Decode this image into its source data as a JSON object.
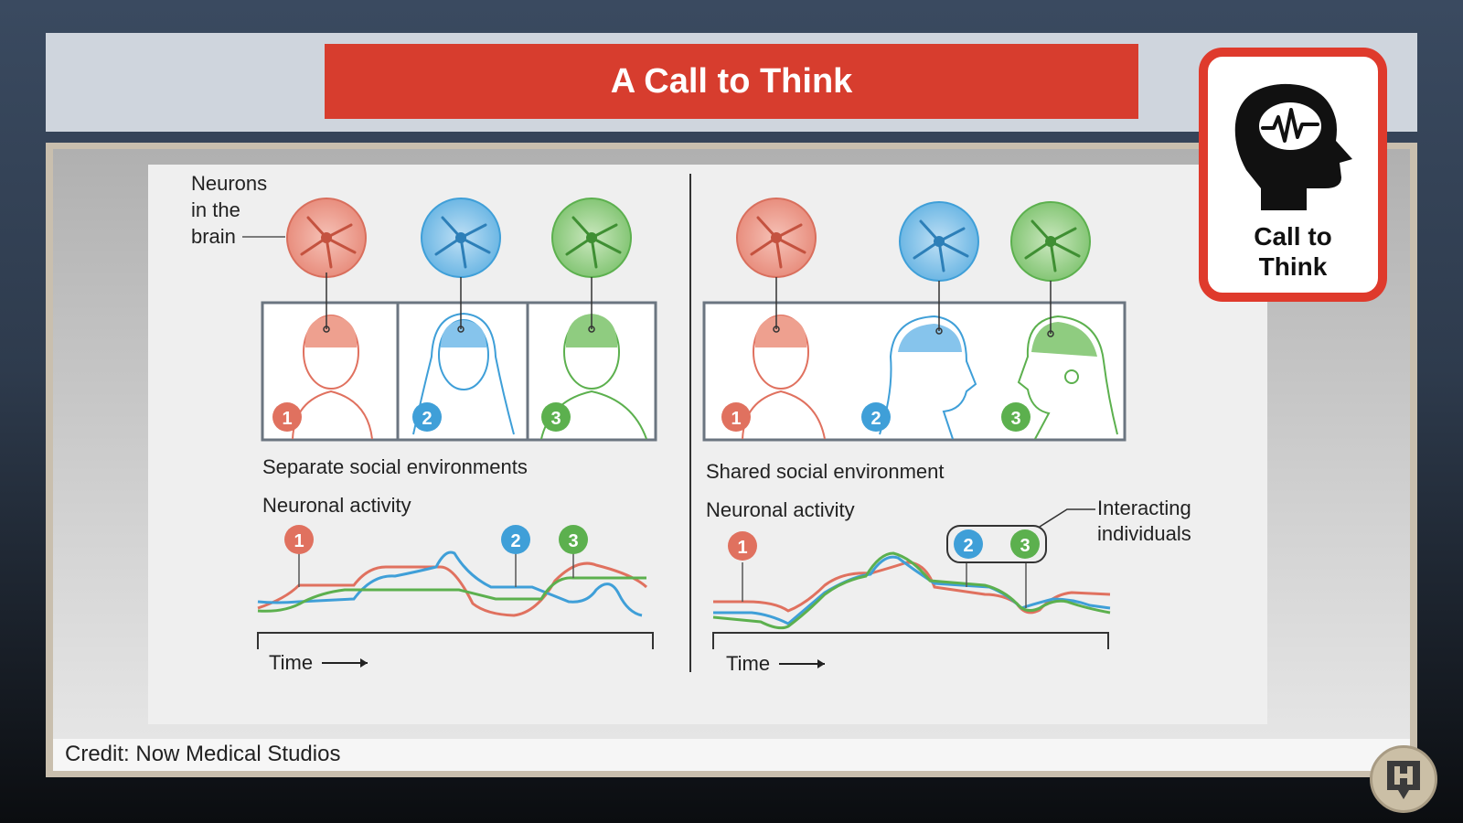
{
  "title": "A Call to Think",
  "card": {
    "line1": "Call to",
    "line2": "Think",
    "icon": "head-brain-activity-icon"
  },
  "credit": "Credit: Now Medical Studios",
  "diagram": {
    "neurons_label": [
      "Neurons",
      "in the",
      "brain"
    ],
    "left": {
      "heading": "Separate social environments",
      "activity": "Neuronal activity",
      "time": "Time"
    },
    "right": {
      "heading": "Shared social environment",
      "activity": "Neuronal activity",
      "time": "Time",
      "callout": [
        "Interacting",
        "individuals"
      ]
    },
    "markers": [
      "1",
      "2",
      "3"
    ]
  },
  "colors": {
    "red": "#e0715f",
    "blue": "#3f9fd8",
    "green": "#5cb04e",
    "accent": "#d73d2e"
  }
}
